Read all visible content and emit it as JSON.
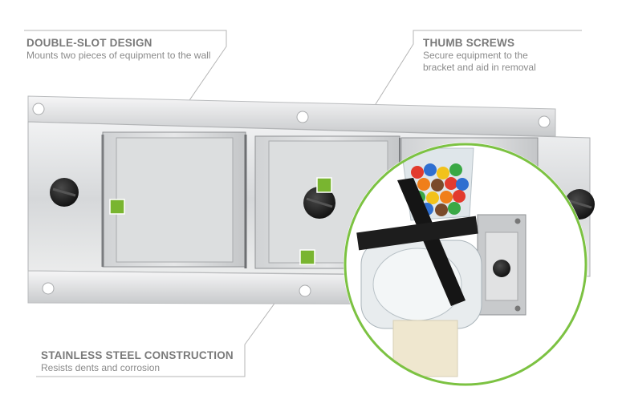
{
  "callouts": {
    "double_slot": {
      "title": "DOUBLE-SLOT DESIGN",
      "description": "Mounts two pieces of equipment to the wall"
    },
    "thumb_screws": {
      "title": "THUMB SCREWS",
      "description_line1": "Secure equipment to the",
      "description_line2": "bracket and aid in removal"
    },
    "stainless_steel": {
      "title": "STAINLESS STEEL CONSTRUCTION",
      "description": "Resists dents and corrosion"
    }
  },
  "colors": {
    "marker_green": "#79b530",
    "zoom_ring_green": "#7cc242",
    "steel_light": "#e9eaeb",
    "steel_mid": "#c9cbcd",
    "steel_dark": "#9a9c9f",
    "knob_black": "#1c1c1c",
    "leader_line": "#b5b5b5"
  },
  "icons": {
    "marker": "green-square-marker",
    "knob": "thumb-screw-knob"
  }
}
